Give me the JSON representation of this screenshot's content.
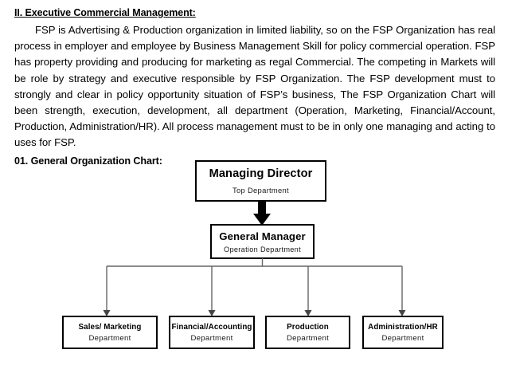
{
  "document": {
    "section_heading": "II. Executive Commercial Management:",
    "paragraph": "FSP is Advertising & Production organization in limited liability, so on the FSP Organization has real process in employer and employee by Business Management Skill for policy commercial operation. FSP has property providing and producing for marketing as regal Commercial. The competing in Markets will be role by strategy and executive responsible by FSP Organization. The FSP development must to strongly and clear in policy opportunity situation of FSP’s business, The FSP Organization Chart will been strength, execution, development, all department (Operation, Marketing, Financial/Account, Production, Administration/HR). All process management must to be in only one managing and acting to uses for FSP.",
    "subsection_heading": "01. General Organization Chart:"
  },
  "org_chart": {
    "root": {
      "title": "Managing Director",
      "subtitle": "Top Department"
    },
    "second": {
      "title": "General Manager",
      "subtitle": "Operation Department"
    },
    "departments": [
      {
        "title": "Sales/ Marketing",
        "subtitle": "Department"
      },
      {
        "title": "Financial/Accounting",
        "subtitle": "Department"
      },
      {
        "title": "Production",
        "subtitle": "Department"
      },
      {
        "title": "Administration/HR",
        "subtitle": "Department"
      }
    ],
    "colors": {
      "box_border": "#000000",
      "box_fill": "#ffffff",
      "thick_connector": "#000000",
      "thin_connector": "#666666",
      "text": "#000000"
    }
  }
}
